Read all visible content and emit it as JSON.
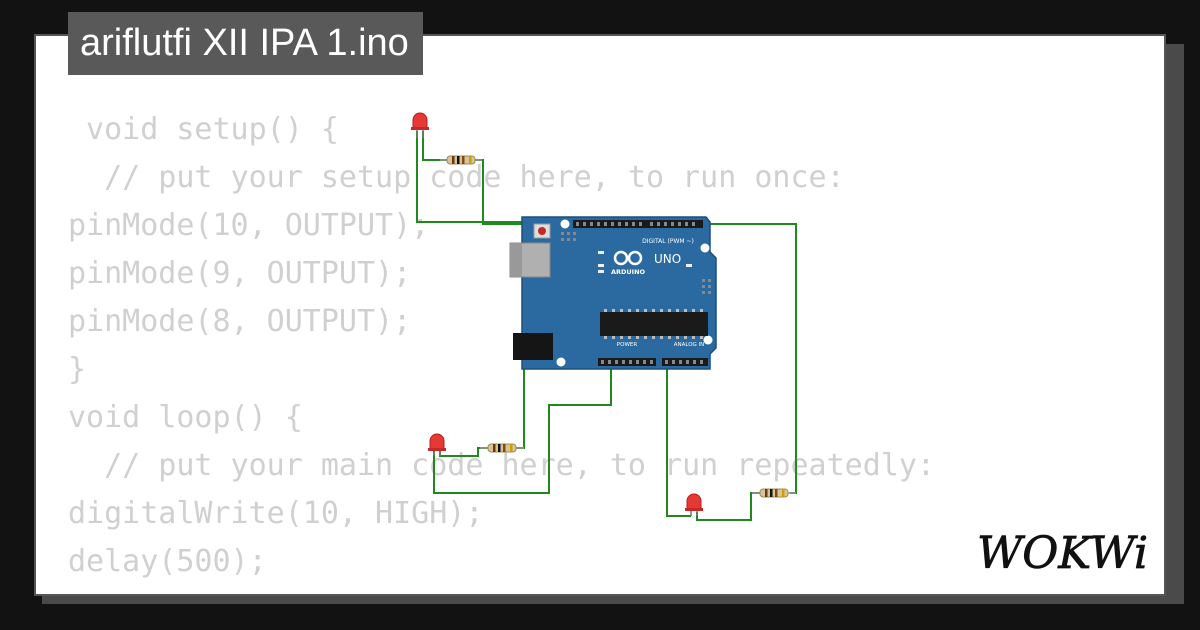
{
  "project": {
    "title": "ariflutfi XII IPA 1.ino"
  },
  "code_lines": [
    " void setup() {",
    "  // put your setup code here, to run once:",
    "pinMode(10, OUTPUT);",
    "pinMode(9, OUTPUT);",
    "pinMode(8, OUTPUT);",
    "}",
    "",
    "void loop() {",
    "  // put your main code here, to run repeatedly:",
    "digitalWrite(10, HIGH);",
    "delay(500);"
  ],
  "board": {
    "model": "UNO",
    "brand": "ARDUINO",
    "digital_label": "DIGITAL (PWM ~)",
    "power_label": "POWER",
    "analog_label": "ANALOG IN",
    "color": "#2b6aa0"
  },
  "components": {
    "led_color": "#e53935",
    "wire_color": "#1e8a1e",
    "led_count": 3,
    "resistor_count": 3
  },
  "brand": {
    "logo_text": "WOKWi"
  }
}
